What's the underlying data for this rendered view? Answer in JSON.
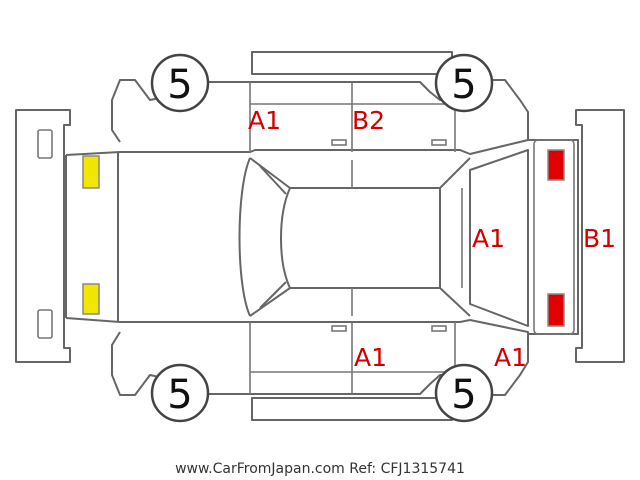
{
  "tires": {
    "front_left": "5",
    "front_right": "5",
    "rear_left": "5",
    "rear_right": "5"
  },
  "damage": {
    "rear_left_door": "A1",
    "front_left_door": "B2",
    "windshield": "A1",
    "front_bumper": "B1",
    "rear_right_door": "A1",
    "front_right_fender": "A1"
  },
  "markers": {
    "rear_lamps_color": "#f2e600",
    "front_lamps_color": "#e00000"
  },
  "credit": "www.CarFromJapan.com Ref: CFJ1315741"
}
